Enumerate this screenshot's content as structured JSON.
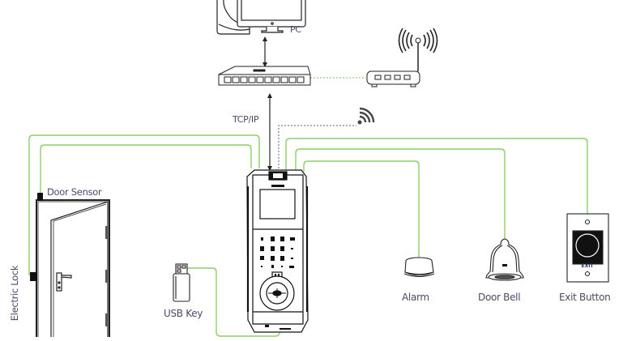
{
  "diagram": {
    "type": "access-control-wiring-diagram",
    "colors": {
      "wire": "#8cd163",
      "network_dotted": "#999999",
      "outline": "#222222",
      "label": "#4a4a6a"
    },
    "nodes": {
      "pc": {
        "label": "PC",
        "icon": "desktop-computer-icon"
      },
      "switch": {
        "label": "",
        "icon": "network-switch-icon"
      },
      "router": {
        "label": "",
        "icon": "wireless-router-icon"
      },
      "wifi": {
        "label": "",
        "icon": "wifi-signal-icon"
      },
      "terminal": {
        "label": "",
        "icon": "access-control-terminal-icon"
      },
      "door_sensor": {
        "label": "Door Sensor"
      },
      "electric_lock": {
        "label": "Electric Lock"
      },
      "door": {
        "label": "",
        "icon": "door-icon"
      },
      "usb_key": {
        "label": "USB Key",
        "icon": "usb-key-icon"
      },
      "alarm": {
        "label": "Alarm",
        "icon": "alarm-siren-icon"
      },
      "door_bell": {
        "label": "Door Bell",
        "icon": "bell-icon"
      },
      "exit_button": {
        "label": "Exit Button",
        "icon": "exit-button-icon",
        "plate_text": "EXIT"
      }
    },
    "connections": [
      {
        "from": "pc",
        "to": "switch",
        "style": "double-arrow"
      },
      {
        "from": "switch",
        "to": "router",
        "style": "dotted"
      },
      {
        "from": "switch",
        "to": "terminal",
        "style": "double-arrow",
        "label": "TCP/IP"
      },
      {
        "from": "wifi",
        "to": "terminal",
        "style": "dotted"
      },
      {
        "from": "terminal",
        "to": "electric_lock",
        "style": "wire"
      },
      {
        "from": "terminal",
        "to": "door_sensor",
        "style": "wire"
      },
      {
        "from": "terminal",
        "to": "usb_key",
        "style": "wire"
      },
      {
        "from": "terminal",
        "to": "alarm",
        "style": "wire"
      },
      {
        "from": "terminal",
        "to": "door_bell",
        "style": "wire"
      },
      {
        "from": "terminal",
        "to": "exit_button",
        "style": "wire"
      }
    ]
  }
}
